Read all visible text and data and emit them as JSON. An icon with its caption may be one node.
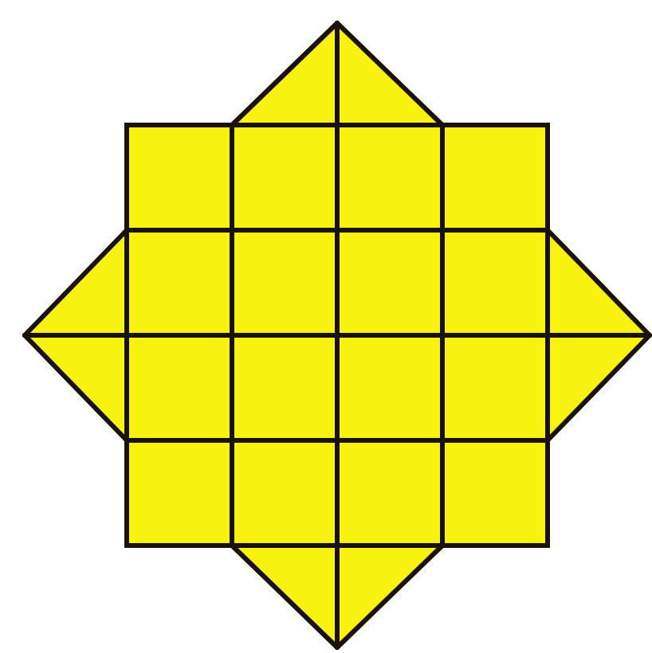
{
  "diagram": {
    "nodes": [
      {
        "text": [],
        "shape": "triangle"
      },
      {
        "text": [],
        "shape": "triangle"
      },
      {
        "text": [],
        "shape": "box"
      },
      {
        "text": [],
        "shape": "box"
      },
      {
        "text": [],
        "shape": "box"
      },
      {
        "text": [],
        "shape": "box"
      },
      {
        "text": [],
        "shape": "triangle"
      },
      {
        "text": [],
        "shape": "box"
      },
      {
        "text": [],
        "shape": "box"
      },
      {
        "text": [],
        "shape": "box"
      },
      {
        "text": [],
        "shape": "box"
      },
      {
        "text": [],
        "shape": "triangle"
      },
      {
        "text": [],
        "shape": "triangle"
      },
      {
        "text": [],
        "shape": "box"
      },
      {
        "text": [],
        "shape": "box"
      },
      {
        "text": [],
        "shape": "box"
      },
      {
        "text": [],
        "shape": "box"
      },
      {
        "text": [],
        "shape": "triangle"
      },
      {
        "text": [],
        "shape": "box"
      },
      {
        "text": [],
        "shape": "box"
      },
      {
        "text": [],
        "shape": "box"
      },
      {
        "text": [],
        "shape": "box"
      },
      {
        "text": [],
        "shape": "triangle"
      },
      {
        "text": [],
        "shape": "triangle"
      }
    ]
  }
}
